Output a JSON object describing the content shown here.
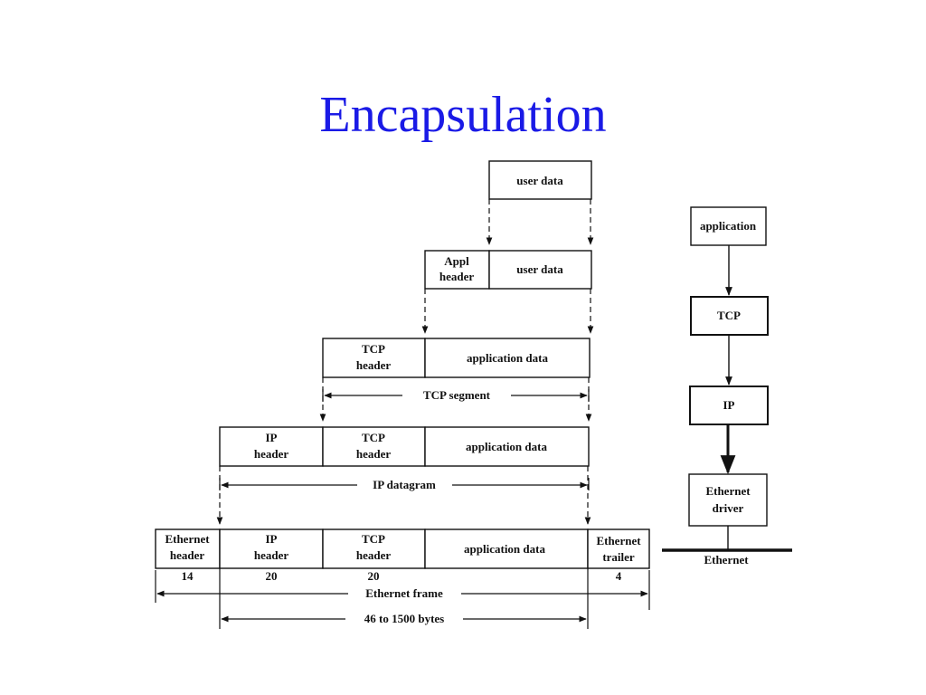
{
  "slide": {
    "title": "Encapsulation"
  },
  "colors": {
    "title": "#1a1ae6",
    "ink": "#111111",
    "background": "#ffffff"
  },
  "encapsulation": {
    "row1": {
      "user_data": "user data"
    },
    "row2": {
      "appl_header": [
        "Appl",
        "header"
      ],
      "user_data": "user data"
    },
    "row3": {
      "tcp_header": [
        "TCP",
        "header"
      ],
      "application_data": "application data",
      "span_label": "TCP segment"
    },
    "row4": {
      "ip_header": [
        "IP",
        "header"
      ],
      "tcp_header": [
        "TCP",
        "header"
      ],
      "application_data": "application data",
      "span_label": "IP datagram"
    },
    "row5": {
      "ethernet_header": [
        "Ethernet",
        "header"
      ],
      "ip_header": [
        "IP",
        "header"
      ],
      "tcp_header": [
        "TCP",
        "header"
      ],
      "application_data": "application data",
      "ethernet_trailer": [
        "Ethernet",
        "trailer"
      ],
      "sizes": {
        "ethernet_header": "14",
        "ip_header": "20",
        "tcp_header": "20",
        "ethernet_trailer": "4"
      }
    },
    "ethernet_frame_label": "Ethernet frame",
    "payload_range_label": "46 to 1500 bytes"
  },
  "stack": {
    "layers": [
      "application",
      "TCP",
      "IP",
      [
        "Ethernet",
        "driver"
      ]
    ],
    "wire_label": "Ethernet"
  }
}
